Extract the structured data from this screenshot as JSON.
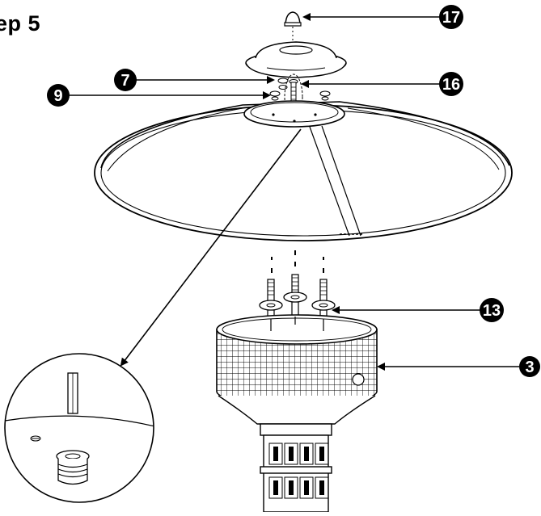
{
  "step_title": "ep 5",
  "callouts": [
    {
      "id": "c17",
      "label": "17"
    },
    {
      "id": "c7",
      "label": "7"
    },
    {
      "id": "c16",
      "label": "16"
    },
    {
      "id": "c9",
      "label": "9"
    },
    {
      "id": "c13",
      "label": "13"
    },
    {
      "id": "c3",
      "label": "3"
    }
  ],
  "colors": {
    "ink": "#000000",
    "paper": "#ffffff"
  }
}
